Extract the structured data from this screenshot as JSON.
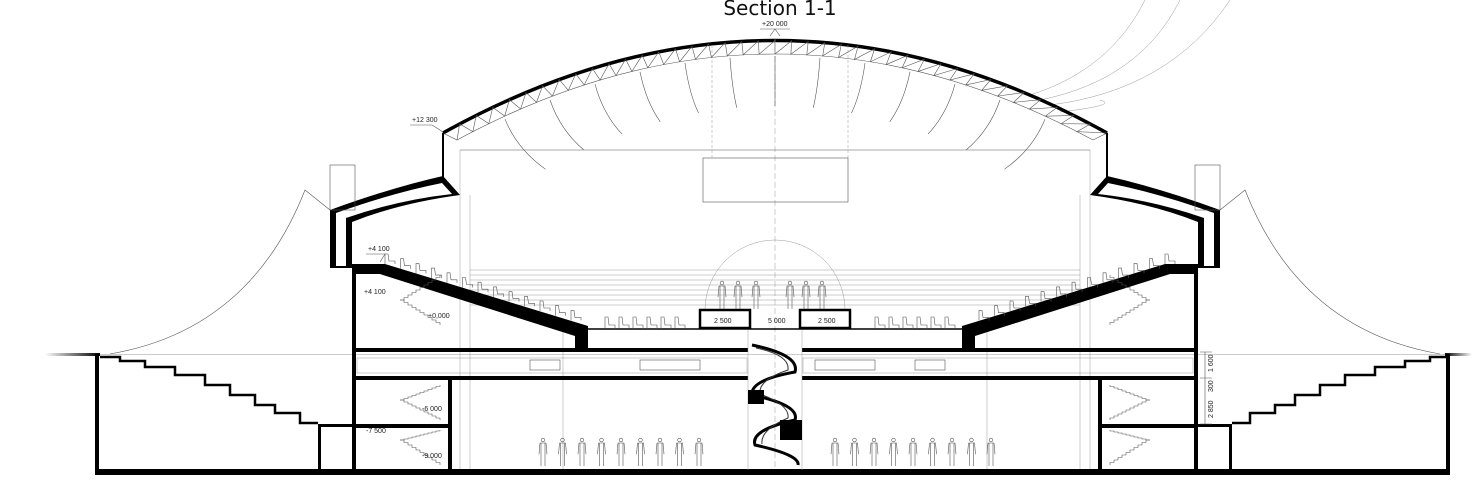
{
  "title": "Section 1-1",
  "levels": {
    "dome_top": "+20 000",
    "dome_spring": "+12 300",
    "upper_tier": "+4 100",
    "stair_upper": "+4 100",
    "ground": "+0,000",
    "basement_1": "-6 000",
    "basement_mid": "-7 500",
    "basement_2": "-9 000"
  },
  "dimensions": {
    "stage_left": "2 500",
    "stage_gap": "5 000",
    "stage_right": "2 500",
    "vertical_1": "1 600",
    "vertical_2": "300",
    "vertical_3": "2 850"
  }
}
